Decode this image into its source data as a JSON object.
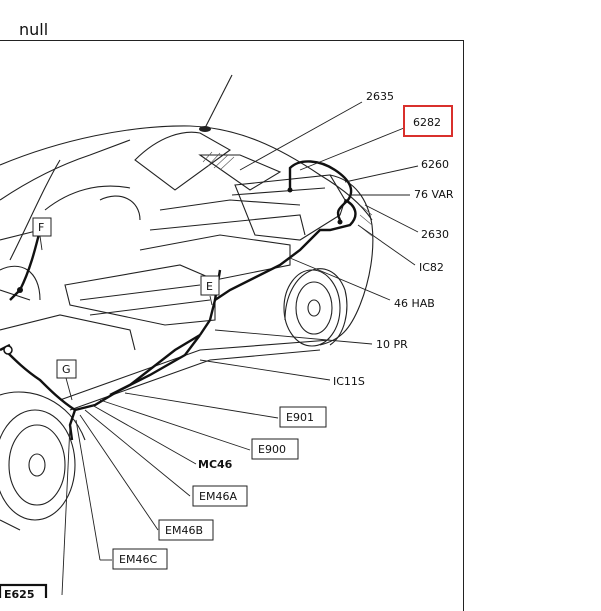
{
  "page_label": "null",
  "callouts": {
    "c2635": "2635",
    "c6282": "6282",
    "c6260": "6260",
    "c76var": "76 VAR",
    "c2630": "2630",
    "cic82": "IC82",
    "c46hab": "46 HAB",
    "c10pr": "10 PR",
    "cic11s": "IC11S",
    "ce901": "E901",
    "ce900": "E900",
    "cmc46": "MC46",
    "cem46a": "EM46A",
    "cem46b": "EM46B",
    "cem46c": "EM46C",
    "ce625": "E625"
  },
  "zones": {
    "f": "F",
    "e": "E",
    "g": "G"
  },
  "highlight_color": "#d9302c"
}
